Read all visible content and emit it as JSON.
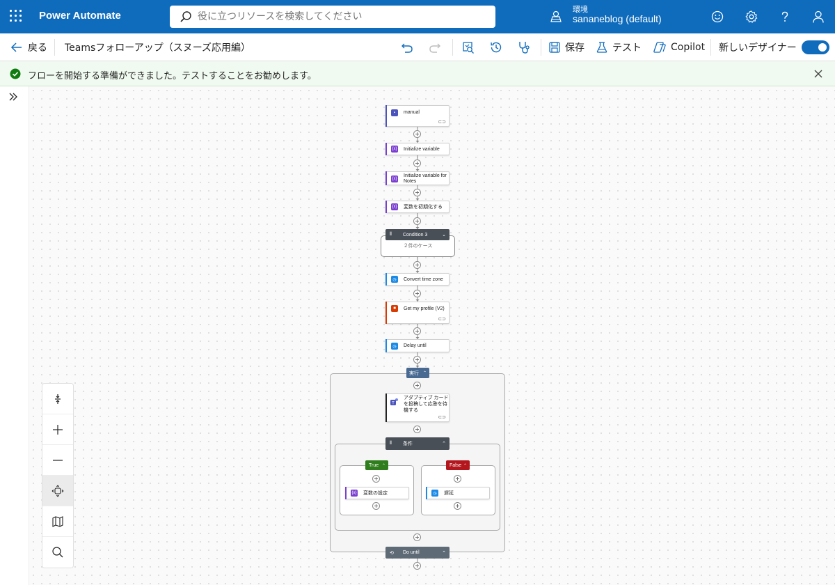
{
  "app": {
    "brand": "Power Automate",
    "search_placeholder": "役に立つリソースを検索してください",
    "environment_label": "環境",
    "environment_name": "sananeblog (default)"
  },
  "toolbar": {
    "back_label": "戻る",
    "flow_name": "Teamsフォローアップ（スヌーズ応用編）",
    "save_label": "保存",
    "test_label": "テスト",
    "copilot_label": "Copilot",
    "new_designer_label": "新しいデザイナー",
    "new_designer_on": true
  },
  "message": {
    "text": "フローを開始する準備ができました。テストすることをお勧めします。"
  },
  "flow": {
    "steps": {
      "manual": "manual",
      "init_var": "Initialize variable",
      "init_var_notes_1": "Initialize variable for",
      "init_var_notes_2": "Notes",
      "init_var_jp": "変数を初期化する",
      "condition3": "Condition 3",
      "condition3_cases": "２件のケース",
      "convert_tz": "Convert time zone",
      "get_profile": "Get my profile (V2)",
      "delay_until": "Delay until",
      "scope": "実行",
      "adaptive_card_1": "アダプティブ カード",
      "adaptive_card_2": "を投稿して応答を待",
      "adaptive_card_3": "機する",
      "condition": "条件",
      "true_label": "True",
      "false_label": "False",
      "set_variable": "変数の設定",
      "delay": "遅延",
      "do_until": "Do until"
    }
  },
  "colors": {
    "brand_blue": "#0f6cbd",
    "variable_purple": "#7b3fcf",
    "condition_dark": "#484f57",
    "scope_blue": "#486991",
    "true_green": "#2f7d1c",
    "false_red": "#b3171d",
    "teams_purple": "#4b53bc",
    "office_red": "#d83b01",
    "datetime_blue": "#1a8ae6",
    "success_green": "#107c10"
  },
  "icons": [
    "waffle-icon",
    "search-icon",
    "environment-icon",
    "emoji-icon",
    "settings-icon",
    "help-icon",
    "person-icon",
    "back-arrow-icon",
    "undo-icon",
    "redo-icon",
    "flow-checker-icon",
    "version-history-icon",
    "diagnostics-icon",
    "save-icon",
    "test-flask-icon",
    "copilot-icon",
    "success-check-icon",
    "close-icon",
    "expand-rail-icon",
    "fit-height-icon",
    "zoom-in-icon",
    "zoom-out-icon",
    "fit-view-icon",
    "minimap-icon",
    "search-canvas-icon"
  ]
}
